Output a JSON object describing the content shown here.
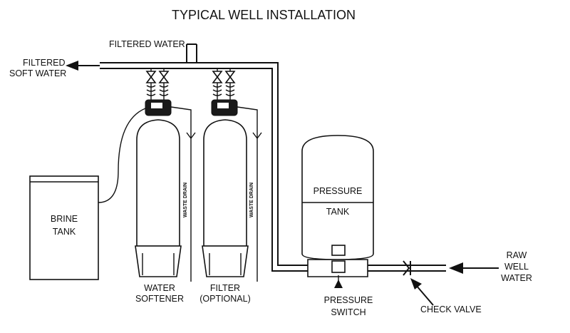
{
  "title": "TYPICAL WELL INSTALLATION",
  "labels": {
    "filtered_water": "FILTERED WATER",
    "filtered_soft_1": "FILTERED",
    "filtered_soft_2": "SOFT WATER",
    "brine_1": "BRINE",
    "brine_2": "TANK",
    "softener_1": "WATER",
    "softener_2": "SOFTENER",
    "filter_1": "FILTER",
    "filter_2": "(OPTIONAL)",
    "waste_drain": "WASTE DRAIN",
    "pressure_1": "PRESSURE",
    "pressure_2": "TANK",
    "switch_1": "PRESSURE",
    "switch_2": "SWITCH",
    "check_valve": "CHECK VALVE",
    "raw_1": "RAW",
    "raw_2": "WELL",
    "raw_3": "WATER"
  }
}
